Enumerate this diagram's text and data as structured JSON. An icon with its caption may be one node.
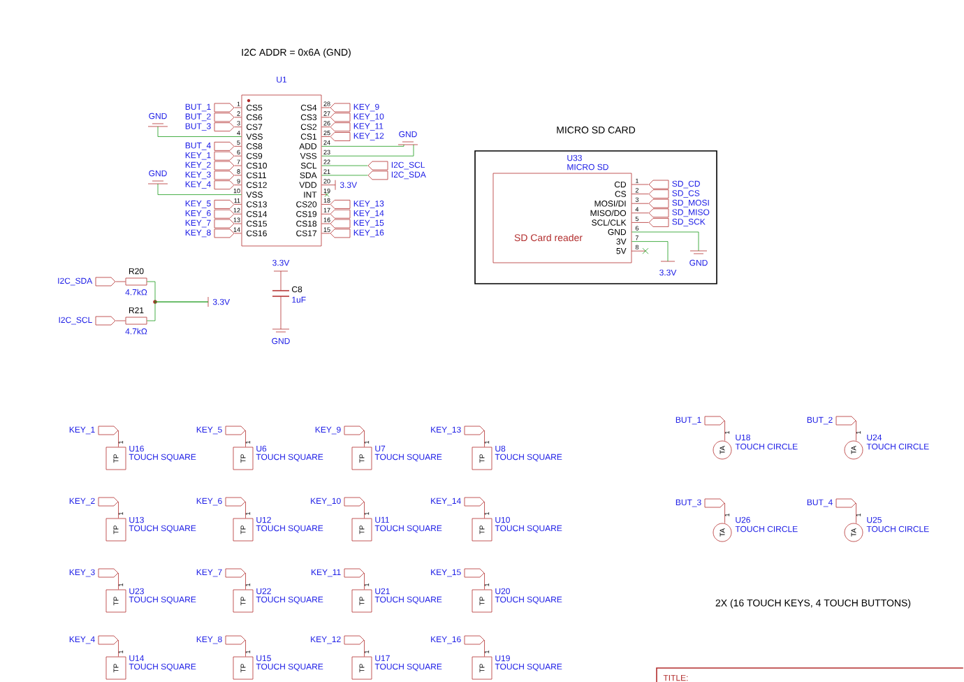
{
  "diagram": {
    "nodes": [
      {
        "text": [
          "U1"
        ]
      },
      {
        "text": [
          "BUT_1"
        ]
      },
      {
        "text": [
          "BUT_2"
        ]
      },
      {
        "text": [
          "BUT_3"
        ]
      },
      {
        "text": [
          "GND"
        ]
      },
      {
        "text": [
          "BUT_4"
        ]
      },
      {
        "text": [
          "KEY_1"
        ]
      },
      {
        "text": [
          "KEY_2"
        ]
      },
      {
        "text": [
          "KEY_3"
        ]
      },
      {
        "text": [
          "KEY_4"
        ]
      },
      {
        "text": [
          "GND"
        ]
      },
      {
        "text": [
          "KEY_5"
        ]
      },
      {
        "text": [
          "KEY_6"
        ]
      },
      {
        "text": [
          "KEY_7"
        ]
      },
      {
        "text": [
          "KEY_8"
        ]
      },
      {
        "text": [
          "KEY_9"
        ]
      },
      {
        "text": [
          "KEY_10"
        ]
      },
      {
        "text": [
          "KEY_11"
        ]
      },
      {
        "text": [
          "KEY_12"
        ]
      },
      {
        "text": [
          "GND"
        ]
      },
      {
        "text": [
          "I2C_SCL"
        ]
      },
      {
        "text": [
          "I2C_SDA"
        ]
      },
      {
        "text": [
          "3.3V"
        ]
      },
      {
        "text": [
          "KEY_13"
        ]
      },
      {
        "text": [
          "KEY_14"
        ]
      },
      {
        "text": [
          "KEY_15"
        ]
      },
      {
        "text": [
          "KEY_16"
        ]
      },
      {
        "text": [
          "MICRO SD CARD"
        ]
      },
      {
        "text": [
          "U33",
          "MICRO SD",
          "SD Card reader"
        ],
        "in": 27
      },
      {
        "text": [
          "SD_CD"
        ],
        "in": 27
      },
      {
        "text": [
          "SD_CS"
        ],
        "in": 27
      },
      {
        "text": [
          "SD_MOSI"
        ],
        "in": 27
      },
      {
        "text": [
          "SD_MISO"
        ],
        "in": 27
      },
      {
        "text": [
          "SD_SCK"
        ],
        "in": 27
      },
      {
        "text": [
          "GND"
        ],
        "in": 27
      },
      {
        "text": [
          "3.3V"
        ],
        "in": 27
      },
      {
        "text": [
          "I2C_SDA"
        ]
      },
      {
        "text": [
          "R20",
          "4.7kΩ"
        ]
      },
      {
        "text": [
          "I2C_SCL"
        ]
      },
      {
        "text": [
          "R21",
          "4.7kΩ"
        ]
      },
      {
        "text": [
          "3.3V"
        ]
      },
      {
        "text": [
          "3.3V"
        ]
      },
      {
        "text": [
          "C8",
          "1uF"
        ]
      },
      {
        "text": [
          "GND"
        ]
      },
      {
        "text": [
          "KEY_1"
        ]
      },
      {
        "text": [
          "TP"
        ],
        "beside": [
          "U16",
          "TOUCH SQUARE"
        ]
      },
      {
        "text": [
          "KEY_5"
        ]
      },
      {
        "text": [
          "TP"
        ],
        "beside": [
          "U6",
          "TOUCH SQUARE"
        ]
      },
      {
        "text": [
          "KEY_9"
        ]
      },
      {
        "text": [
          "TP"
        ],
        "beside": [
          "U7",
          "TOUCH SQUARE"
        ]
      },
      {
        "text": [
          "KEY_13"
        ]
      },
      {
        "text": [
          "TP"
        ],
        "beside": [
          "U8",
          "TOUCH SQUARE"
        ]
      },
      {
        "text": [
          "KEY_2"
        ]
      },
      {
        "text": [
          "TP"
        ],
        "beside": [
          "U13",
          "TOUCH SQUARE"
        ]
      },
      {
        "text": [
          "KEY_6"
        ]
      },
      {
        "text": [
          "TP"
        ],
        "beside": [
          "U12",
          "TOUCH SQUARE"
        ]
      },
      {
        "text": [
          "KEY_10"
        ]
      },
      {
        "text": [
          "TP"
        ],
        "beside": [
          "U11",
          "TOUCH SQUARE"
        ]
      },
      {
        "text": [
          "KEY_14"
        ]
      },
      {
        "text": [
          "TP"
        ],
        "beside": [
          "U10",
          "TOUCH SQUARE"
        ]
      },
      {
        "text": [
          "KEY_3"
        ]
      },
      {
        "text": [
          "TP"
        ],
        "beside": [
          "U23",
          "TOUCH SQUARE"
        ]
      },
      {
        "text": [
          "KEY_7"
        ]
      },
      {
        "text": [
          "TP"
        ],
        "beside": [
          "U22",
          "TOUCH SQUARE"
        ]
      },
      {
        "text": [
          "KEY_11"
        ]
      },
      {
        "text": [
          "TP"
        ],
        "beside": [
          "U21",
          "TOUCH SQUARE"
        ]
      },
      {
        "text": [
          "KEY_15"
        ]
      },
      {
        "text": [
          "TP"
        ],
        "beside": [
          "U20",
          "TOUCH SQUARE"
        ]
      },
      {
        "text": [
          "KEY_4"
        ]
      },
      {
        "text": [
          "TP"
        ],
        "beside": [
          "U14",
          "TOUCH SQUARE"
        ]
      },
      {
        "text": [
          "KEY_8"
        ]
      },
      {
        "text": [
          "TP"
        ],
        "beside": [
          "U15",
          "TOUCH SQUARE"
        ]
      },
      {
        "text": [
          "KEY_12"
        ]
      },
      {
        "text": [
          "TP"
        ],
        "beside": [
          "U17",
          "TOUCH SQUARE"
        ]
      },
      {
        "text": [
          "KEY_16"
        ]
      },
      {
        "text": [
          "TP"
        ],
        "beside": [
          "U19",
          "TOUCH SQUARE"
        ]
      },
      {
        "text": [
          "BUT_1"
        ]
      },
      {
        "text": [
          "TA"
        ],
        "beside": [
          "U18",
          "TOUCH CIRCLE"
        ]
      },
      {
        "text": [
          "BUT_2"
        ]
      },
      {
        "text": [
          "TA"
        ],
        "beside": [
          "U24",
          "TOUCH CIRCLE"
        ]
      },
      {
        "text": [
          "BUT_3"
        ]
      },
      {
        "text": [
          "TA"
        ],
        "beside": [
          "U26",
          "TOUCH CIRCLE"
        ]
      },
      {
        "text": [
          "BUT_4"
        ]
      },
      {
        "text": [
          "TA"
        ],
        "beside": [
          "U25",
          "TOUCH CIRCLE"
        ]
      },
      {
        "text": [
          "TITLE:"
        ]
      }
    ],
    "edges": [
      {
        "from": 1,
        "to": 0,
        "arrow": "none"
      },
      {
        "from": 2,
        "to": 0,
        "arrow": "none"
      },
      {
        "from": 3,
        "to": 0,
        "arrow": "none"
      },
      {
        "from": 0,
        "to": 4,
        "arrow": "none",
        "color": "#1a9a1a"
      },
      {
        "from": 5,
        "to": 0,
        "arrow": "none"
      },
      {
        "from": 6,
        "to": 0,
        "arrow": "none"
      },
      {
        "from": 7,
        "to": 0,
        "arrow": "none"
      },
      {
        "from": 8,
        "to": 0,
        "arrow": "none"
      },
      {
        "from": 9,
        "to": 0,
        "arrow": "none"
      },
      {
        "from": 0,
        "to": 10,
        "arrow": "none",
        "color": "#1a9a1a"
      },
      {
        "from": 11,
        "to": 0,
        "arrow": "none"
      },
      {
        "from": 12,
        "to": 0,
        "arrow": "none"
      },
      {
        "from": 13,
        "to": 0,
        "arrow": "none"
      },
      {
        "from": 14,
        "to": 0,
        "arrow": "none"
      },
      {
        "from": 15,
        "to": 0,
        "arrow": "none"
      },
      {
        "from": 16,
        "to": 0,
        "arrow": "none"
      },
      {
        "from": 17,
        "to": 0,
        "arrow": "none"
      },
      {
        "from": 18,
        "to": 0,
        "arrow": "none"
      },
      {
        "from": 0,
        "to": 19,
        "arrow": "none",
        "color": "#1a9a1a"
      },
      {
        "from": 0,
        "to": 19,
        "arrow": "none",
        "color": "#1a9a1a"
      },
      {
        "from": 0,
        "to": 20,
        "arrow": "none",
        "color": "#1a9a1a"
      },
      {
        "from": 0,
        "to": 21,
        "arrow": "none",
        "color": "#1a9a1a"
      },
      {
        "from": 0,
        "to": 22,
        "arrow": "none"
      },
      {
        "from": 23,
        "to": 0,
        "arrow": "none"
      },
      {
        "from": 24,
        "to": 0,
        "arrow": "none"
      },
      {
        "from": 25,
        "to": 0,
        "arrow": "none"
      },
      {
        "from": 26,
        "to": 0,
        "arrow": "none"
      },
      {
        "from": 28,
        "to": 29,
        "arrow": "none"
      },
      {
        "from": 28,
        "to": 30,
        "arrow": "none"
      },
      {
        "from": 28,
        "to": 31,
        "arrow": "none"
      },
      {
        "from": 28,
        "to": 32,
        "arrow": "none"
      },
      {
        "from": 28,
        "to": 33,
        "arrow": "none"
      },
      {
        "from": 28,
        "to": 34,
        "arrow": "none",
        "color": "#1a9a1a"
      },
      {
        "from": 28,
        "to": 35,
        "arrow": "none",
        "color": "#1a9a1a"
      },
      {
        "from": 36,
        "to": 37,
        "arrow": "none"
      },
      {
        "from": 37,
        "to": 40,
        "arrow": "none",
        "color": "#1a9a1a"
      },
      {
        "from": 38,
        "to": 39,
        "arrow": "none"
      },
      {
        "from": 39,
        "to": 40,
        "arrow": "none",
        "color": "#1a9a1a"
      },
      {
        "from": 41,
        "to": 42,
        "arrow": "none"
      },
      {
        "from": 42,
        "to": 43,
        "arrow": "none"
      },
      {
        "from": 44,
        "to": 45,
        "arrow": "none"
      },
      {
        "from": 46,
        "to": 47,
        "arrow": "none"
      },
      {
        "from": 48,
        "to": 49,
        "arrow": "none"
      },
      {
        "from": 50,
        "to": 51,
        "arrow": "none"
      },
      {
        "from": 52,
        "to": 53,
        "arrow": "none"
      },
      {
        "from": 54,
        "to": 55,
        "arrow": "none"
      },
      {
        "from": 56,
        "to": 57,
        "arrow": "none"
      },
      {
        "from": 58,
        "to": 59,
        "arrow": "none"
      },
      {
        "from": 60,
        "to": 61,
        "arrow": "none"
      },
      {
        "from": 62,
        "to": 63,
        "arrow": "none"
      },
      {
        "from": 64,
        "to": 65,
        "arrow": "none"
      },
      {
        "from": 66,
        "to": 67,
        "arrow": "none"
      },
      {
        "from": 68,
        "to": 69,
        "arrow": "none"
      },
      {
        "from": 70,
        "to": 71,
        "arrow": "none"
      },
      {
        "from": 72,
        "to": 73,
        "arrow": "none"
      },
      {
        "from": 74,
        "to": 75,
        "arrow": "none"
      },
      {
        "from": 76,
        "to": 77,
        "arrow": "none"
      },
      {
        "from": 78,
        "to": 79,
        "arrow": "none"
      },
      {
        "from": 80,
        "to": 81,
        "arrow": "none"
      },
      {
        "from": 82,
        "to": 83,
        "arrow": "none"
      }
    ],
    "labels": [
      "I2C ADDR = 0x6A (GND)",
      "CS5",
      "CS6",
      "CS7",
      "VSS",
      "CS8",
      "CS9",
      "CS10",
      "CS11",
      "CS12",
      "VSS",
      "CS13",
      "CS14",
      "CS15",
      "CS16",
      "CS4",
      "CS3",
      "CS2",
      "CS1",
      "ADD",
      "VSS",
      "SCL",
      "SDA",
      "VDD",
      "INT",
      "CS20",
      "CS19",
      "CS18",
      "CS17",
      "1",
      "2",
      "3",
      "4",
      "5",
      "6",
      "7",
      "8",
      "9",
      "10",
      "11",
      "12",
      "13",
      "14",
      "28",
      "27",
      "26",
      "25",
      "24",
      "23",
      "22",
      "21",
      "20",
      "19",
      "18",
      "17",
      "16",
      "15",
      "CD",
      "CS",
      "MOSI/DI",
      "MISO/DO",
      "SCL/CLK",
      "GND",
      "3V",
      "5V",
      "1",
      "2",
      "3",
      "4",
      "5",
      "6",
      "7",
      "8",
      "1",
      "1",
      "1",
      "1",
      "1",
      "1",
      "1",
      "1",
      "1",
      "1",
      "1",
      "1",
      "1",
      "1",
      "1",
      "1",
      "1",
      "1",
      "1",
      "1",
      "2X (16 TOUCH KEYS, 4 TOUCH BUTTONS)"
    ]
  }
}
